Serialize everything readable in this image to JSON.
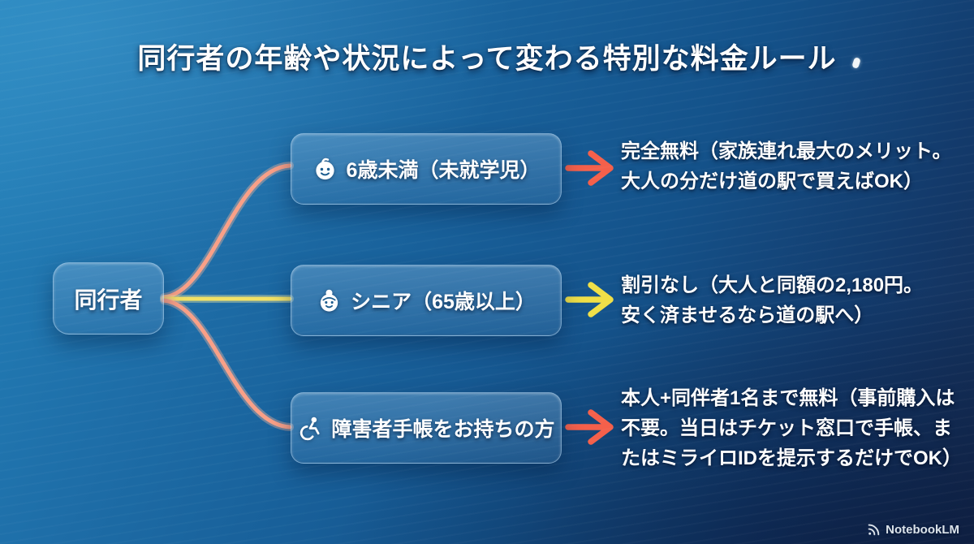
{
  "page": {
    "title": "同行者の年齢や状況によって変わる特別な料金ルール",
    "background": {
      "top_left": "#2482ba",
      "middle": "#14528a",
      "bottom_right": "#152a4f"
    }
  },
  "root_node": {
    "label": "同行者"
  },
  "branches": [
    {
      "label": "6歳未満（未就学児）",
      "icon": "baby-face-icon",
      "connector_color": "#f9a087",
      "arrow_color": "#f4604b",
      "result": "完全無料（家族連れ最大のメリット。\n大人の分だけ道の駅で買えばOK）"
    },
    {
      "label": "シニア（65歳以上）",
      "icon": "senior-face-icon",
      "connector_color": "#f2e165",
      "arrow_color": "#f0df47",
      "result": "割引なし（大人と同額の2,180円。\n安く済ませるなら道の駅へ）"
    },
    {
      "label": "障害者手帳をお持ちの方",
      "icon": "wheelchair-icon",
      "connector_color": "#f9a087",
      "arrow_color": "#f4604b",
      "result": "本人+同伴者1名まで無料（事前購入は\n不要。当日はチケット窓口で手帳、ま\nたはミライロIDを提示するだけでOK）"
    }
  ],
  "footer": {
    "brand": "NotebookLM"
  }
}
